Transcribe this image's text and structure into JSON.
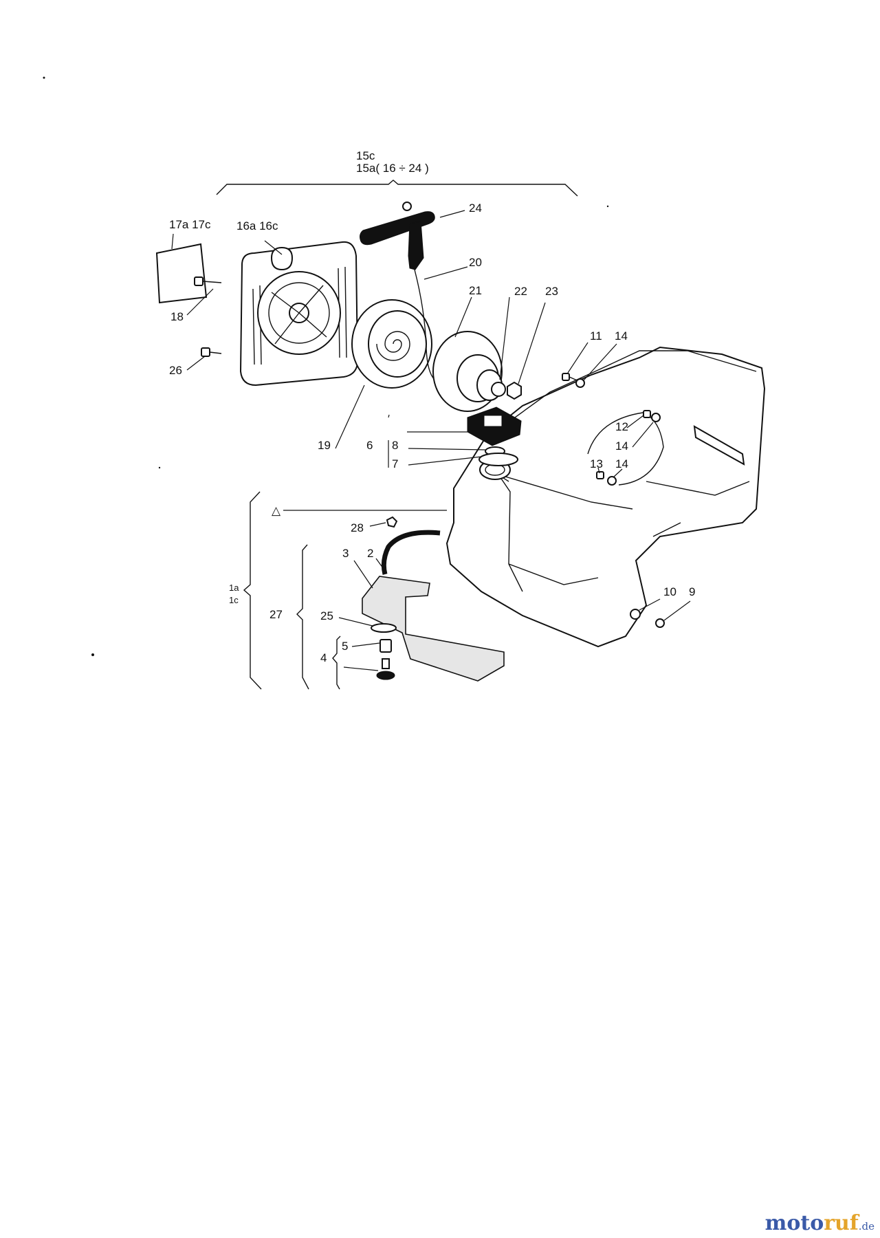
{
  "labels": {
    "group_15c": "15c",
    "group_15a": "15a( 16 ÷ 24 )",
    "p17": "17a 17c",
    "p16": "16a 16c",
    "p18": "18",
    "p26": "26",
    "p19": "19",
    "p24": "24",
    "p20": "20",
    "p21": "21",
    "p22": "22",
    "p23": "23",
    "p11": "11",
    "p14a": "14",
    "p12": "12",
    "p14b": "14",
    "p13": "13",
    "p14c": "14",
    "p6": "6",
    "p8": "8",
    "p7": "7",
    "triangle": "△",
    "p28": "28",
    "p3": "3",
    "p2": "2",
    "p1a": "1a",
    "p1c": "1c",
    "p27": "27",
    "p25": "25",
    "p5": "5",
    "p4": "4",
    "p10": "10",
    "p9": "9"
  },
  "watermark": {
    "part1": "moto",
    "part2": "ruf",
    "part3": ".de"
  }
}
